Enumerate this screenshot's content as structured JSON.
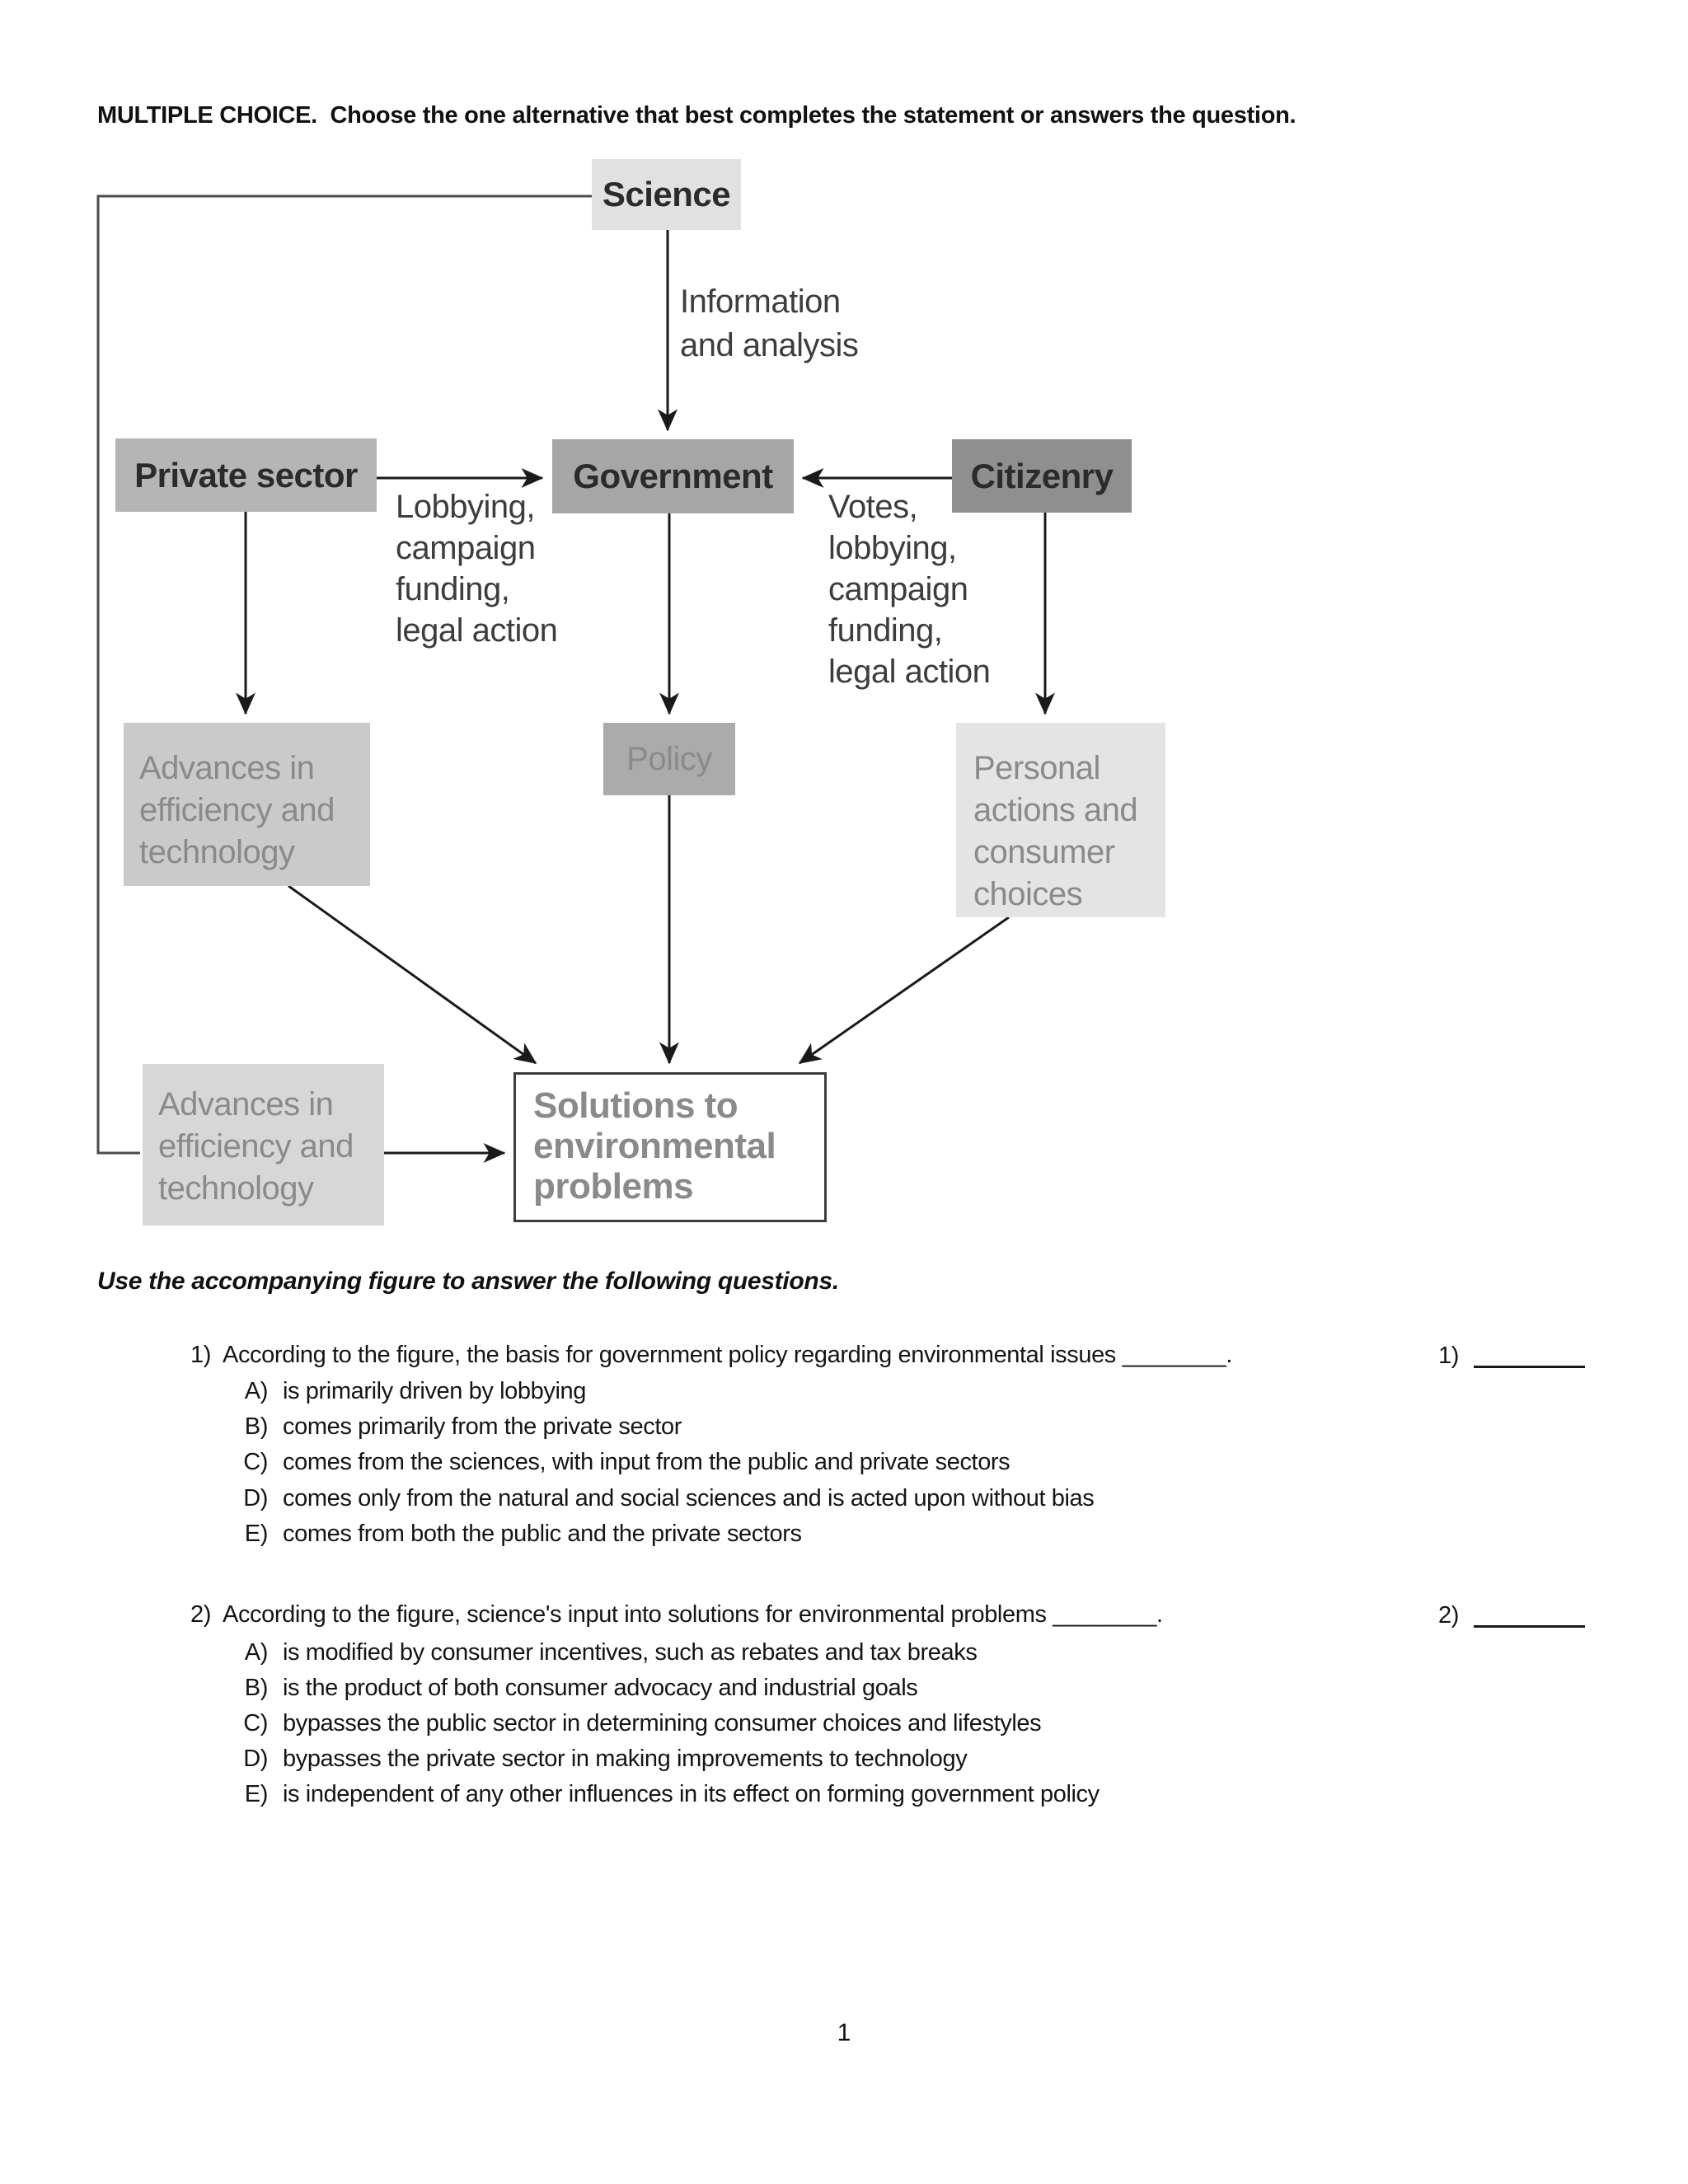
{
  "page": {
    "header": "MULTIPLE CHOICE.  Choose the one alternative that best completes the statement or answers the question.",
    "figure_note": "Use the accompanying figure to answer the following questions.",
    "page_number": "1"
  },
  "diagram": {
    "nodes": {
      "science": {
        "label": "Science"
      },
      "private_sector": {
        "label": "Private sector"
      },
      "government": {
        "label": "Government"
      },
      "citizenry": {
        "label": "Citizenry"
      },
      "advances_upper": {
        "label": "Advances in\nefficiency and\ntechnology"
      },
      "policy": {
        "label": "Policy"
      },
      "personal_actions": {
        "label": "Personal\nactions and\nconsumer\nchoices"
      },
      "advances_lower": {
        "label": "Advances in\nefficiency and\ntechnology"
      },
      "solutions": {
        "label": "Solutions to\nenvironmental\nproblems"
      }
    },
    "edge_labels": {
      "science_to_government": "Information\nand analysis",
      "private_to_government": "Lobbying,\ncampaign\nfunding,\nlegal action",
      "citizenry_to_government": "Votes,\nlobbying,\ncampaign\nfunding,\nlegal action"
    },
    "colors": {
      "science_bg": "#e1e1e1",
      "private_bg": "#b5b5b5",
      "government_bg": "#a6a6a6",
      "citizenry_bg": "#8f8f8f",
      "advances_upper_bg": "#cacaca",
      "policy_bg": "#ababab",
      "personal_bg": "#e4e4e4",
      "advances_lower_bg": "#d7d7d7",
      "solutions_border": "#3c3c3c",
      "muted_text": "#8a8a8a",
      "line": "#1f1f1f"
    }
  },
  "questions": [
    {
      "number": "1)",
      "stem": "According to the figure, the basis for government policy regarding environmental issues ________.",
      "answer_number": "1)",
      "options": [
        {
          "letter": "A)",
          "text": "is primarily driven by lobbying"
        },
        {
          "letter": "B)",
          "text": "comes primarily from the private sector"
        },
        {
          "letter": "C)",
          "text": "comes from the sciences, with input from the public and private sectors"
        },
        {
          "letter": "D)",
          "text": "comes only from the natural and social sciences and is acted upon without bias"
        },
        {
          "letter": "E)",
          "text": "comes from both the public and the private sectors"
        }
      ]
    },
    {
      "number": "2)",
      "stem": "According to the figure, science's input into solutions for environmental problems ________.",
      "answer_number": "2)",
      "options": [
        {
          "letter": "A)",
          "text": "is modified by consumer incentives, such as rebates and tax breaks"
        },
        {
          "letter": "B)",
          "text": "is the product of both consumer advocacy and industrial goals"
        },
        {
          "letter": "C)",
          "text": "bypasses the public sector in determining consumer choices and lifestyles"
        },
        {
          "letter": "D)",
          "text": "bypasses the private sector in making improvements to technology"
        },
        {
          "letter": "E)",
          "text": "is independent of any other influences in its effect on forming government policy"
        }
      ]
    }
  ]
}
